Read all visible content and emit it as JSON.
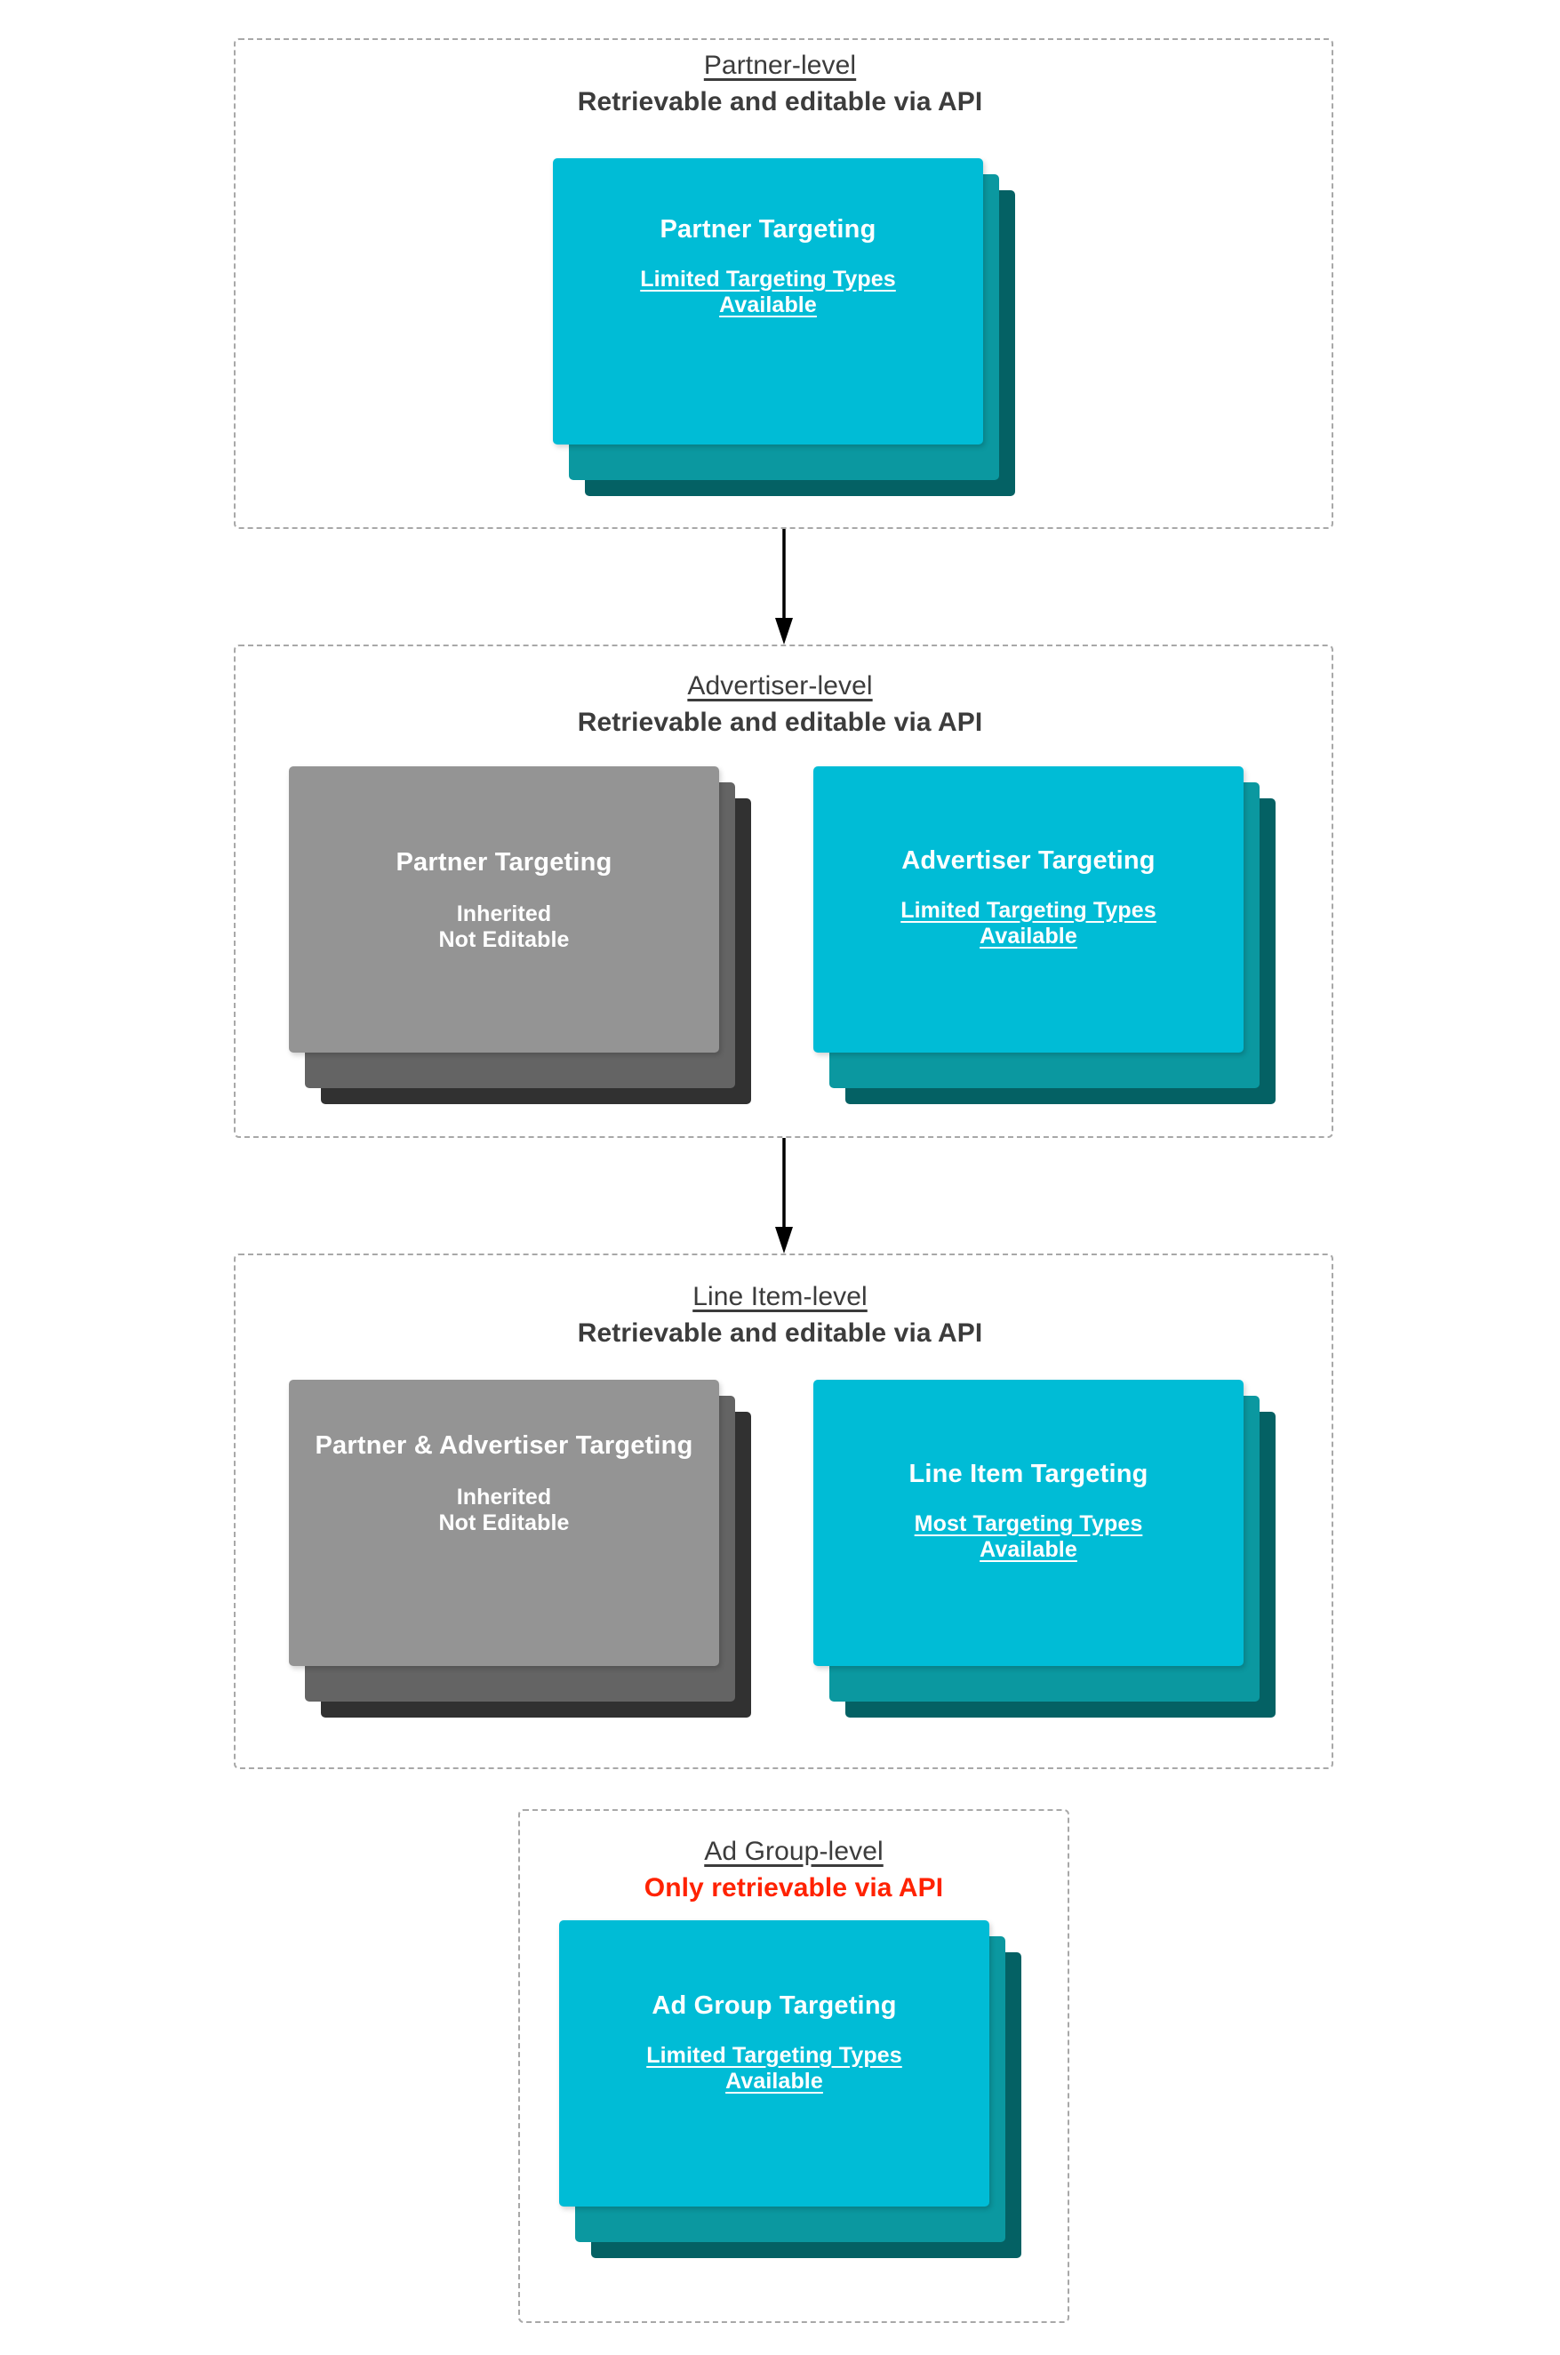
{
  "diagram": {
    "title_semantic": "DV360 targeting inheritance hierarchy",
    "colors": {
      "card_front_teal": "#00bcd6",
      "card_mid_teal": "#0b98a0",
      "card_back_teal": "#046164",
      "card_front_gray": "#949494",
      "card_mid_gray": "#646464",
      "card_back_gray": "#313131",
      "heading_text": "#3c3c3c",
      "warning_text": "#ff2200",
      "dashed_border": "#a8a8a8",
      "arrow": "#000000",
      "background": "#ffffff"
    },
    "levels": [
      {
        "key": "partner",
        "title": "Partner-level",
        "subtitle": "Retrievable and editable via API",
        "subtitle_is_warning": false,
        "cards": [
          {
            "key": "partner-targeting",
            "title": "Partner Targeting",
            "note_line1": "Limited Targeting Types",
            "note_line2": "Available",
            "note_underlined": true,
            "theme": "teal"
          }
        ]
      },
      {
        "key": "advertiser",
        "title": "Advertiser-level",
        "subtitle": "Retrievable and editable via API",
        "subtitle_is_warning": false,
        "cards": [
          {
            "key": "inherited-partner-targeting",
            "title": "Partner Targeting",
            "note_line1": "Inherited",
            "note_line2": "Not Editable",
            "note_underlined": false,
            "theme": "gray"
          },
          {
            "key": "advertiser-targeting",
            "title": "Advertiser Targeting",
            "note_line1": "Limited Targeting Types",
            "note_line2": "Available",
            "note_underlined": true,
            "theme": "teal"
          }
        ]
      },
      {
        "key": "line-item",
        "title": "Line Item-level",
        "subtitle": "Retrievable and editable via API",
        "subtitle_is_warning": false,
        "cards": [
          {
            "key": "inherited-partner-advertiser-targeting",
            "title": "Partner & Advertiser Targeting",
            "note_line1": "Inherited",
            "note_line2": "Not Editable",
            "note_underlined": false,
            "theme": "gray"
          },
          {
            "key": "line-item-targeting",
            "title": "Line Item Targeting",
            "note_line1": "Most Targeting Types",
            "note_line2": "Available",
            "note_underlined": true,
            "theme": "teal"
          }
        ]
      },
      {
        "key": "ad-group",
        "title": "Ad Group-level",
        "subtitle": "Only retrievable via API",
        "subtitle_is_warning": true,
        "cards": [
          {
            "key": "ad-group-targeting",
            "title": "Ad Group Targeting",
            "note_line1": "Limited Targeting Types",
            "note_line2": "Available",
            "note_underlined": true,
            "theme": "teal"
          }
        ]
      }
    ],
    "connectors": [
      {
        "key": "partner-to-advertiser",
        "from": "partner",
        "to": "advertiser"
      },
      {
        "key": "advertiser-to-line-item",
        "from": "advertiser",
        "to": "line-item"
      }
    ]
  }
}
